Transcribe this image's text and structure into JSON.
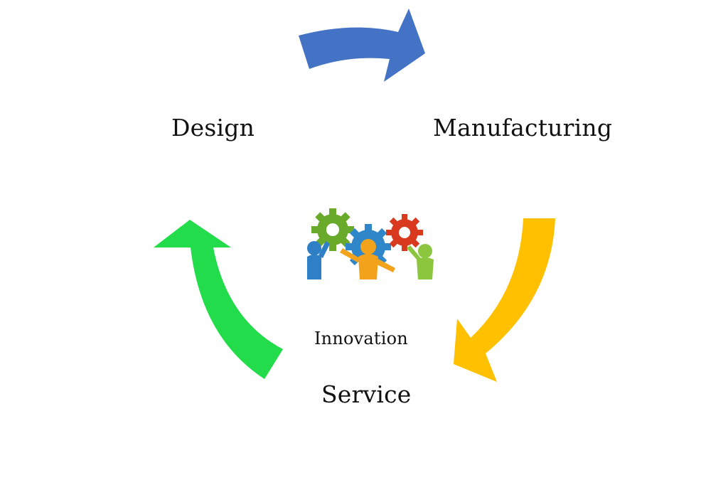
{
  "diagram": {
    "stages": {
      "design": "Design",
      "manufacturing": "Manufacturing",
      "service": "Service"
    },
    "center_label": "Innovation"
  },
  "colors": {
    "arrow_design_to_manufacturing": "#4472C4",
    "arrow_manufacturing_to_service": "#FFC000",
    "arrow_service_to_design": "#23DC4B",
    "gear_green": "#6AAA2A",
    "gear_blue": "#2F86C9",
    "gear_red": "#D93A1F",
    "figure_blue": "#2F7FC6",
    "figure_orange": "#F3A21B",
    "figure_green": "#8CC63F"
  },
  "icons": {
    "center_image": "gears-teamwork-icon"
  }
}
